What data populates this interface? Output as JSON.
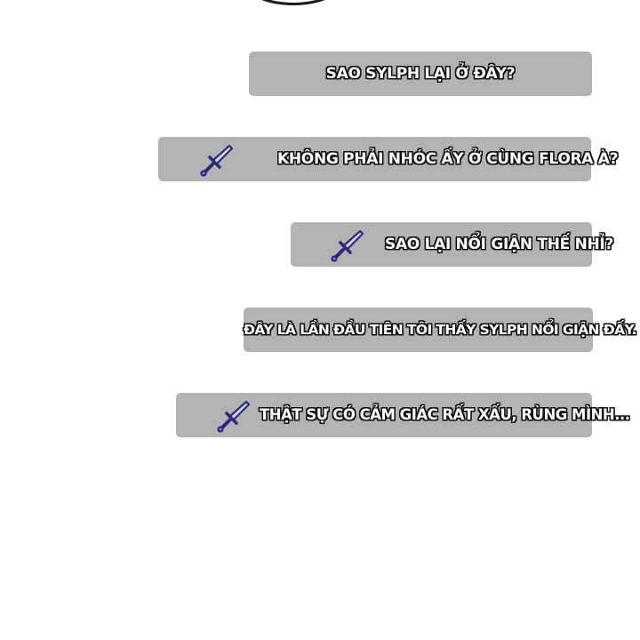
{
  "dialogue": {
    "lines": [
      {
        "text": "SAO SYLPH LẠI Ở ĐÂY?",
        "icon": ""
      },
      {
        "text": "KHÔNG PHẢI NHÓC ẤY Ở CÙNG FLORA À?",
        "icon": "dagger-icon"
      },
      {
        "text": "SAO LẠI NỔI GIẬN THẾ NHỈ?",
        "icon": "dagger-icon"
      },
      {
        "text": "ĐÂY LÀ LẦN ĐẦU TIÊN TÔI THẤY SYLPH NỔI GIẬN ĐẤY.",
        "icon": ""
      },
      {
        "text": "THẬT SỰ CÓ CẢM GIÁC RẤT XẤU, RÙNG MÌNH...",
        "icon": "dagger-icon"
      }
    ]
  },
  "colors": {
    "bubble_bg": "#b3b3b3",
    "text_fill": "#ffffff",
    "text_outline": "#111111",
    "dagger_blade": "#c9c9ee",
    "dagger_outline": "#2a2a7a"
  }
}
